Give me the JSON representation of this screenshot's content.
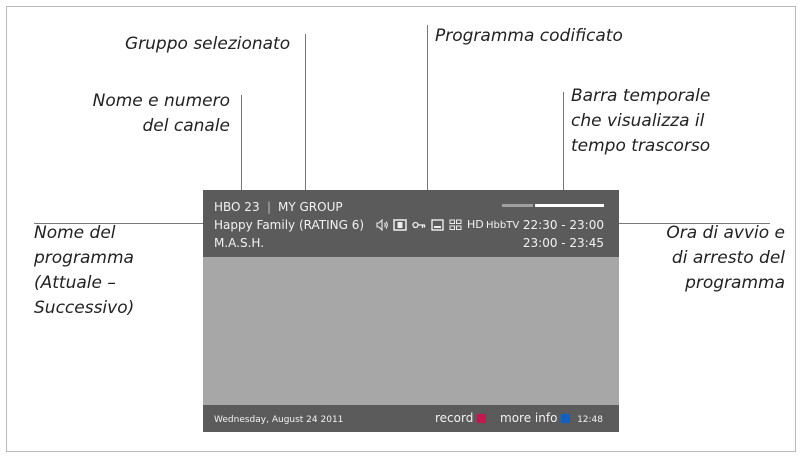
{
  "callouts": {
    "group_selected": "Gruppo selezionato",
    "scrambled_program": "Programma codificato",
    "channel_name_number": "Nome e numero\ndel canale",
    "time_bar": "Barra temporale\nche visualizza il\ntempo trascorso",
    "program_name": "Nome del\nprogramma\n(Attuale –\nSuccessivo)",
    "start_stop_time": "Ora di avvio e\ndi arresto del\nprogramma"
  },
  "tv": {
    "channel": "HBO 23",
    "separator": "|",
    "group": "MY GROUP",
    "current_program": "Happy Family (RATING 6)",
    "next_program": "M.A.S.H.",
    "current_time_range": "22:30 - 23:00",
    "next_time_range": "23:00 - 23:45",
    "hd_label": "HD",
    "hbbtv_label": "HbbTV",
    "time_bar_progress": 0.3,
    "date": "Wednesday, August 24 2011",
    "record_label": "record",
    "more_info_label": "more info",
    "clock": "12:48",
    "icons": [
      "speaker-icon",
      "dual-screen-icon",
      "key-icon",
      "subtitle-icon",
      "grid-icon"
    ]
  },
  "colors": {
    "record_button": "#c2184e",
    "more_info_button": "#1060c4",
    "bar_background": "#5b5b5b",
    "screen_background": "#a7a7a7"
  }
}
